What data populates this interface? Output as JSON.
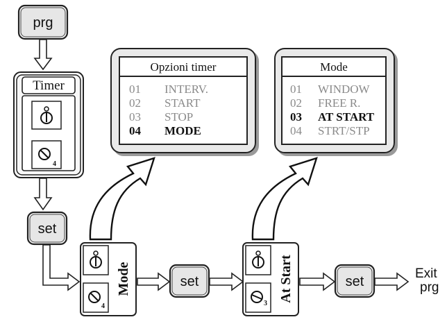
{
  "keys": {
    "prg": "prg",
    "set": "set"
  },
  "timer_panel": {
    "title": "Timer",
    "icon_top": "timer-dial-icon",
    "icon_bottom": "dial-4-icon",
    "subscript": "4"
  },
  "mode_panel": {
    "label": "Mode",
    "subscript": "4"
  },
  "atstart_panel": {
    "label": "At Start",
    "subscript": "3"
  },
  "menu_timer": {
    "title": "Opzioni timer",
    "items": [
      {
        "num": "01",
        "label": "INTERV.",
        "selected": false
      },
      {
        "num": "02",
        "label": "START",
        "selected": false
      },
      {
        "num": "03",
        "label": "STOP",
        "selected": false
      },
      {
        "num": "04",
        "label": "MODE",
        "selected": true
      }
    ]
  },
  "menu_mode": {
    "title": "Mode",
    "items": [
      {
        "num": "01",
        "label": "WINDOW",
        "selected": false
      },
      {
        "num": "02",
        "label": "FREE R.",
        "selected": false
      },
      {
        "num": "03",
        "label": "AT START",
        "selected": true
      },
      {
        "num": "04",
        "label": "STRT/STP",
        "selected": false
      }
    ]
  },
  "exit": {
    "line1": "Exit",
    "line2": "prg"
  }
}
